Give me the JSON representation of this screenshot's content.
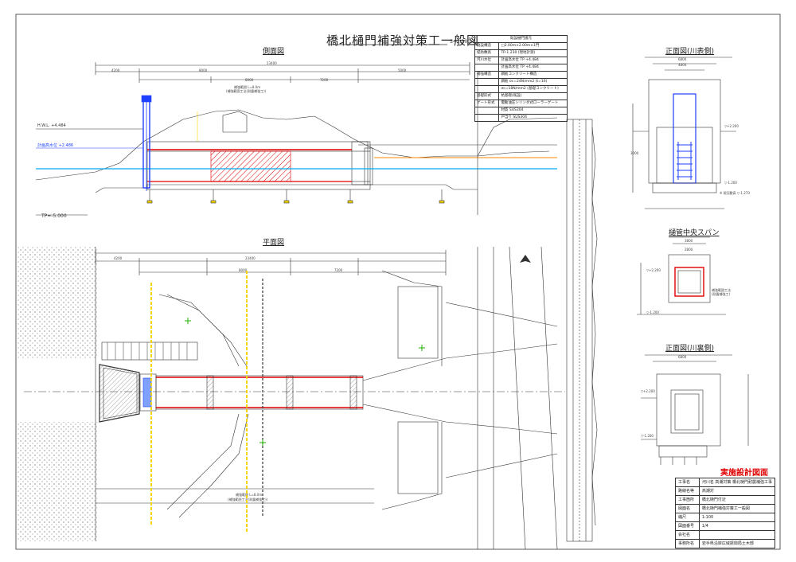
{
  "drawing": {
    "title": "橋北樋門補強対策工一般図",
    "scale": "S=1:100",
    "stamp": "実施設計図面"
  },
  "views": {
    "side": "側面図",
    "plan": "平面図",
    "front_river": "正面図(川表側)",
    "center_span": "樋管中央スパン",
    "front_land": "正面図(川裏側)"
  },
  "side_view_labels": {
    "hwl": "H.W.L. +4.484",
    "plan_flow": "計画高水位 +2.486",
    "tp_base": "TP=-5.000",
    "dim_total": "23400",
    "dim_left": "4200",
    "dim_mid": "8000",
    "dim_right": "5000",
    "dim_a": "7200",
    "dim_b": "8000",
    "note_a": "補強範囲 L=8.0m",
    "note_b": "(補強範囲工法(耐震補強工))"
  },
  "plan_view_labels": {
    "dim_total": "23400",
    "dim_a": "4200",
    "dim_b": "7200",
    "dim_c": "8000",
    "note_a": "補強範囲 L=8.0m",
    "note_b": "(補強範囲工法(耐震補強工))"
  },
  "spec_table": {
    "header": "既設樋門諸元",
    "rows": [
      {
        "k": "施設構造",
        "v": "□2.00m×2.00m×1門"
      },
      {
        "k": "堤防敷高",
        "v": "TP-1.230 (現地計測)"
      },
      {
        "k": "河川水位",
        "v": "計画高水位 TP +4.484"
      },
      {
        "k": "",
        "v": "計画高水位 TP +4.484"
      },
      {
        "k": "補強構造",
        "v": "鋼板コンクリート構造"
      },
      {
        "k": "",
        "v": "鋼板 σc=24N/mm2 (t=16)"
      },
      {
        "k": "",
        "v": "σc=18N/mm2 (基礎コンクリート)"
      },
      {
        "k": "基礎形式",
        "v": "杭基礎(既設)"
      },
      {
        "k": "ゲート形式",
        "v": "電動油圧シリンダ式ローラーゲート"
      },
      {
        "k": "",
        "v": "材質 SUS304"
      },
      {
        "k": "",
        "v": "戸当り SUS304"
      }
    ]
  },
  "title_block": {
    "rows": [
      {
        "k": "工事名",
        "v": "河川名 高潮対策 橋北樋門耐震補強工事"
      },
      {
        "k": "路線名等",
        "v": "高潮対"
      },
      {
        "k": "工事箇所",
        "v": "橋北樋門付近"
      },
      {
        "k": "図面名",
        "v": "橋北樋門補強対策工一般図"
      },
      {
        "k": "縮尺",
        "v": "1:100"
      },
      {
        "k": "図面番号",
        "v": "1/4"
      },
      {
        "k": "会社名",
        "v": ""
      },
      {
        "k": "事務所名",
        "v": "岩手県沿岸広域振興局土木部"
      }
    ]
  },
  "front_view_labels": {
    "dim_w": "6800",
    "dim_inner": "4800",
    "dim_h": "3000",
    "lvl_1": "▽+2.200",
    "lvl_2": "▽-1.200",
    "note": "※ 現況敷高 ▽-1.270"
  },
  "center_span_labels": {
    "dim_w": "3800",
    "dim_inner": "2800",
    "lvl_1": "▽+2.200",
    "lvl_2": "▽-1.200",
    "note_a": "補強範囲工法",
    "note_b": "(耐震補強工)"
  },
  "colors": {
    "line": "#333333",
    "red_hatch": "#e00000",
    "water": "#00aeef",
    "blue_gate": "#1e40ff",
    "yellow_pile": "#f5d400",
    "green_mark": "#22b000",
    "orange": "#ff8a00"
  }
}
